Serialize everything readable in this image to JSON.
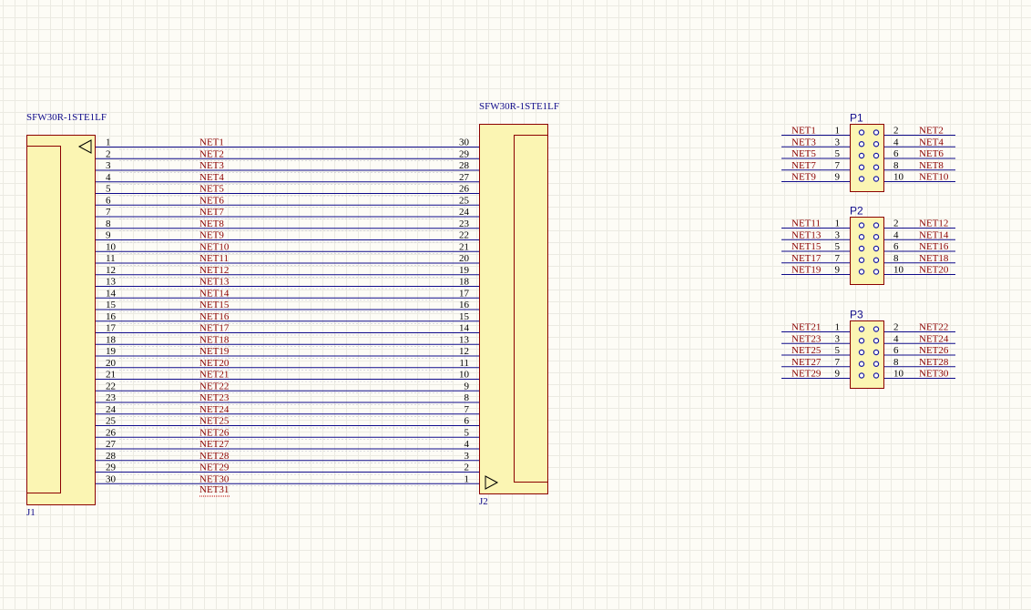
{
  "colors": {
    "body_fill": "#fbf5b3",
    "body_stroke": "#8b0000",
    "wire": "#0f0a8a",
    "net_label": "#8b0000",
    "designator": "#0f0a8a",
    "pin_number": "#000000",
    "grid": "#ebeae2",
    "background": "#fdfcf6"
  },
  "j1": {
    "part": "SFW30R-1STE1LF",
    "designator": "J1",
    "pins": [
      "1",
      "2",
      "3",
      "4",
      "5",
      "6",
      "7",
      "8",
      "9",
      "10",
      "11",
      "12",
      "13",
      "14",
      "15",
      "16",
      "17",
      "18",
      "19",
      "20",
      "21",
      "22",
      "23",
      "24",
      "25",
      "26",
      "27",
      "28",
      "29",
      "30"
    ],
    "pin1_marker": "triangle-left-icon"
  },
  "j2": {
    "part": "SFW30R-1STE1LF",
    "designator": "J2",
    "pins": [
      "30",
      "29",
      "28",
      "27",
      "26",
      "25",
      "24",
      "23",
      "22",
      "21",
      "20",
      "19",
      "18",
      "17",
      "16",
      "15",
      "14",
      "13",
      "12",
      "11",
      "10",
      "9",
      "8",
      "7",
      "6",
      "5",
      "4",
      "3",
      "2",
      "1"
    ],
    "pin1_marker": "triangle-right-icon"
  },
  "nets": [
    "NET1",
    "NET2",
    "NET3",
    "NET4",
    "NET5",
    "NET6",
    "NET7",
    "NET8",
    "NET9",
    "NET10",
    "NET11",
    "NET12",
    "NET13",
    "NET14",
    "NET15",
    "NET16",
    "NET17",
    "NET18",
    "NET19",
    "NET20",
    "NET21",
    "NET22",
    "NET23",
    "NET24",
    "NET25",
    "NET26",
    "NET27",
    "NET28",
    "NET29",
    "NET30"
  ],
  "extra_net": "NET31",
  "headers": [
    {
      "designator": "P1",
      "left_pins": [
        "1",
        "3",
        "5",
        "7",
        "9"
      ],
      "right_pins": [
        "2",
        "4",
        "6",
        "8",
        "10"
      ],
      "left_nets": [
        "NET1",
        "NET3",
        "NET5",
        "NET7",
        "NET9"
      ],
      "right_nets": [
        "NET2",
        "NET4",
        "NET6",
        "NET8",
        "NET10"
      ]
    },
    {
      "designator": "P2",
      "left_pins": [
        "1",
        "3",
        "5",
        "7",
        "9"
      ],
      "right_pins": [
        "2",
        "4",
        "6",
        "8",
        "10"
      ],
      "left_nets": [
        "NET11",
        "NET13",
        "NET15",
        "NET17",
        "NET19"
      ],
      "right_nets": [
        "NET12",
        "NET14",
        "NET16",
        "NET18",
        "NET20"
      ]
    },
    {
      "designator": "P3",
      "left_pins": [
        "1",
        "3",
        "5",
        "7",
        "9"
      ],
      "right_pins": [
        "2",
        "4",
        "6",
        "8",
        "10"
      ],
      "left_nets": [
        "NET21",
        "NET23",
        "NET25",
        "NET27",
        "NET29"
      ],
      "right_nets": [
        "NET22",
        "NET24",
        "NET26",
        "NET28",
        "NET30"
      ]
    }
  ]
}
